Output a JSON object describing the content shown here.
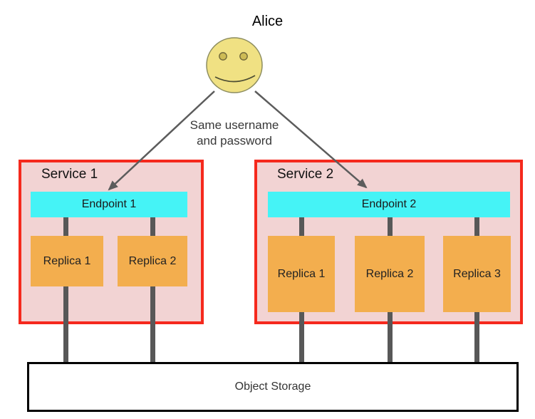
{
  "actor": {
    "label": "Alice"
  },
  "note": {
    "line1": "Same username",
    "line2": "and password"
  },
  "services": [
    {
      "label": "Service 1",
      "endpoint": {
        "label": "Endpoint 1"
      },
      "replicas": [
        {
          "label": "Replica 1"
        },
        {
          "label": "Replica 2"
        }
      ]
    },
    {
      "label": "Service 2",
      "endpoint": {
        "label": "Endpoint 2"
      },
      "replicas": [
        {
          "label": "Replica 1"
        },
        {
          "label": "Replica 2"
        },
        {
          "label": "Replica 3"
        }
      ]
    }
  ],
  "storage": {
    "label": "Object Storage"
  },
  "colors": {
    "red": "#f5291d",
    "pink": "#f2d3d3",
    "cyan": "#45f3f6",
    "orange": "#f3ae4e",
    "yellow": "#f0e183",
    "yellow-stroke": "#8c8c5e",
    "eye-fill": "#cdbb55",
    "eye-stroke": "#6b6337",
    "gray-line": "#585858"
  }
}
